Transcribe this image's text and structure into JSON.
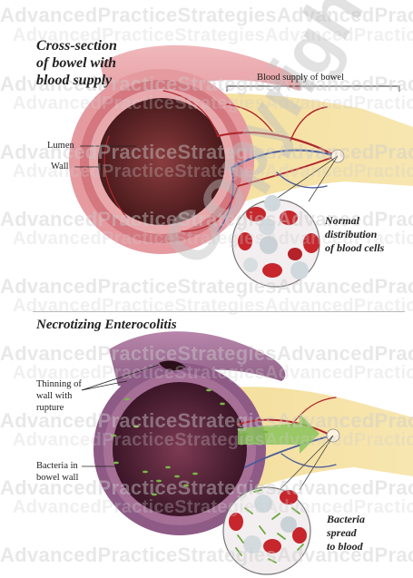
{
  "watermark": {
    "line_text": "AdvancedPracticeStrategiesAdvancedPracticeStrategies",
    "alt_text": "AdvancedPracticeStrategiesAdvancedPracticeStrategies",
    "copyright_text": "Copyright"
  },
  "top_panel": {
    "title_line1": "Cross-section",
    "title_line2": "of bowel with",
    "title_line3": "blood supply",
    "blood_supply_label": "Blood supply of bowel",
    "lumen_label": "Lumen",
    "wall_label": "Wall",
    "caption_line1": "Normal",
    "caption_line2": "distribution",
    "caption_line3": "of blood cells"
  },
  "bottom_panel": {
    "title": "Necrotizing Enterocolitis",
    "thinning_line1": "Thinning of",
    "thinning_line2": "wall with",
    "thinning_line3": "rupture",
    "bacteria_wall_line1": "Bacteria in",
    "bacteria_wall_line2": "bowel wall",
    "caption_line1": "Bacteria",
    "caption_line2": "spread",
    "caption_line3": "to blood"
  },
  "colors": {
    "bowel_pink": "#e9a3a8",
    "mesentery_yellow": "#f2d98a",
    "lumen_dark": "#6a2a2c",
    "vessel_red": "#b0272d",
    "vessel_blue": "#4a5b9c",
    "nec_purple": "#8e5a86",
    "bacteria_green": "#7ab648",
    "rbc_red": "#c6262c",
    "wbc_gray": "#c9d2d6"
  }
}
